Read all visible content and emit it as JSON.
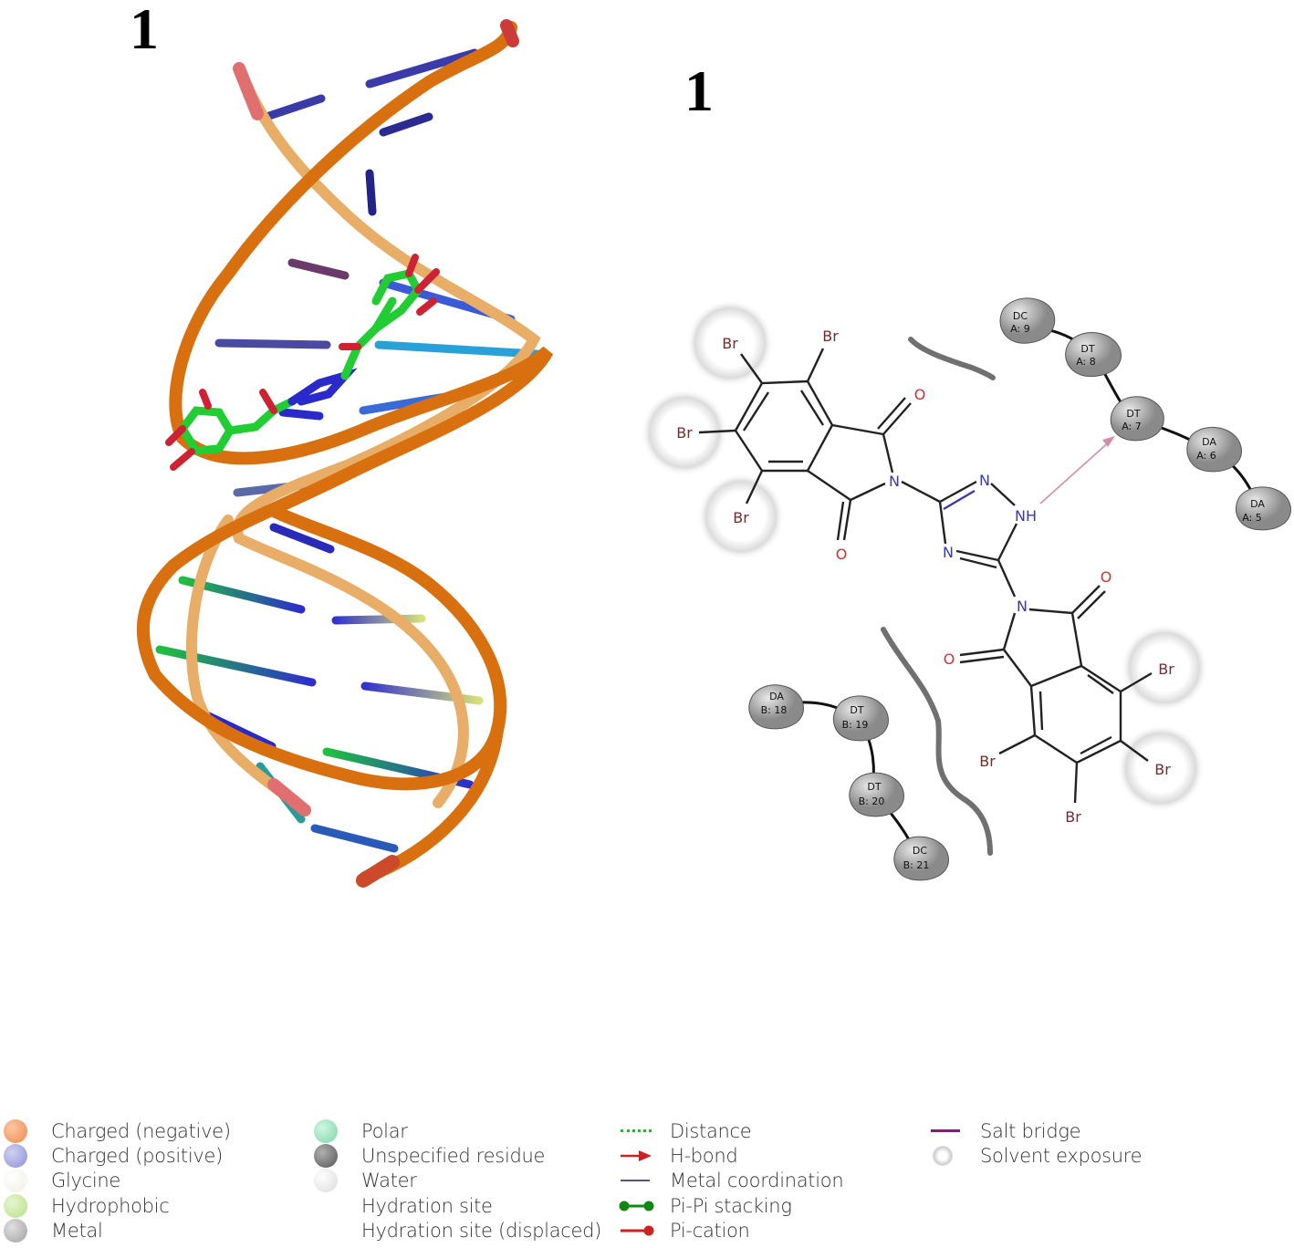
{
  "panel_labels": {
    "left": "1",
    "right": "1"
  },
  "diagram": {
    "atoms": {
      "br1": "Br",
      "br2": "Br",
      "br3": "Br",
      "br4": "Br",
      "br5": "Br",
      "br6": "Br",
      "br7": "Br",
      "br8": "Br",
      "o1": "O",
      "o2": "O",
      "o3": "O",
      "o4": "O",
      "n_imide1": "N",
      "n_imide2": "N",
      "n_tri1": "N",
      "n_tri2": "N",
      "nh": "NH"
    },
    "residues": [
      {
        "name": "DC",
        "id": "A: 9"
      },
      {
        "name": "DT",
        "id": "A: 8"
      },
      {
        "name": "DT",
        "id": "A: 7"
      },
      {
        "name": "DA",
        "id": "A: 6"
      },
      {
        "name": "DA",
        "id": "A: 5"
      },
      {
        "name": "DA",
        "id": "B: 18"
      },
      {
        "name": "DT",
        "id": "B: 19"
      },
      {
        "name": "DT",
        "id": "B: 20"
      },
      {
        "name": "DC",
        "id": "B: 21"
      }
    ]
  },
  "legend": {
    "col1": [
      "Charged (negative)",
      "Charged (positive)",
      "Glycine",
      "Hydrophobic",
      "Metal"
    ],
    "col2": [
      "Polar",
      "Unspecified residue",
      "Water",
      "Hydration site",
      "Hydration site (displaced)"
    ],
    "col3": [
      "Distance",
      "H-bond",
      "Metal coordination",
      "Pi-Pi stacking",
      "Pi-cation"
    ],
    "col4": [
      "Salt bridge",
      "Solvent exposure"
    ],
    "colors": {
      "charged_negative": "#f08a4b",
      "charged_positive": "#8f8fd6",
      "glycine": "#f2f2e8",
      "hydrophobic": "#b8e08a",
      "metal": "#a8a8a8",
      "polar": "#7fd6a8",
      "unspecified": "#6a6a6a",
      "water": "#e6e6e6",
      "distance": "#22bb22",
      "hbond": "#cc2222",
      "metal_coord": "#555588",
      "pipi": "#118811",
      "pication": "#cc2222",
      "salt_bridge": "#772277"
    }
  }
}
